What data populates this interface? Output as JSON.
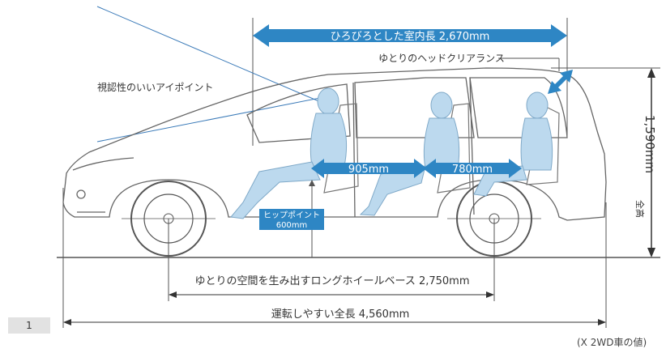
{
  "colors": {
    "accent_blue": "#2e86c4",
    "seat_blue": "#bcd9ee",
    "line": "#555555",
    "sky_line": "#3a7ab8"
  },
  "labels": {
    "interior_length": "ひろびろとした室内長 2,670mm",
    "head_clearance": "ゆとりのヘッドクリアランス",
    "eye_point": "視認性のいいアイポイント",
    "height_value": "1,590mm",
    "height_title": "全高",
    "front_legroom": "905mm",
    "rear_legroom": "780mm",
    "hip_point_title": "ヒップポイント",
    "hip_point_value": "600mm",
    "wheelbase": "ゆとりの空間を生み出すロングホイールベース 2,750mm",
    "overall_length": "運転しやすい全長 4,560mm",
    "page_number": "1",
    "footnote": "(X 2WD車の値)"
  }
}
